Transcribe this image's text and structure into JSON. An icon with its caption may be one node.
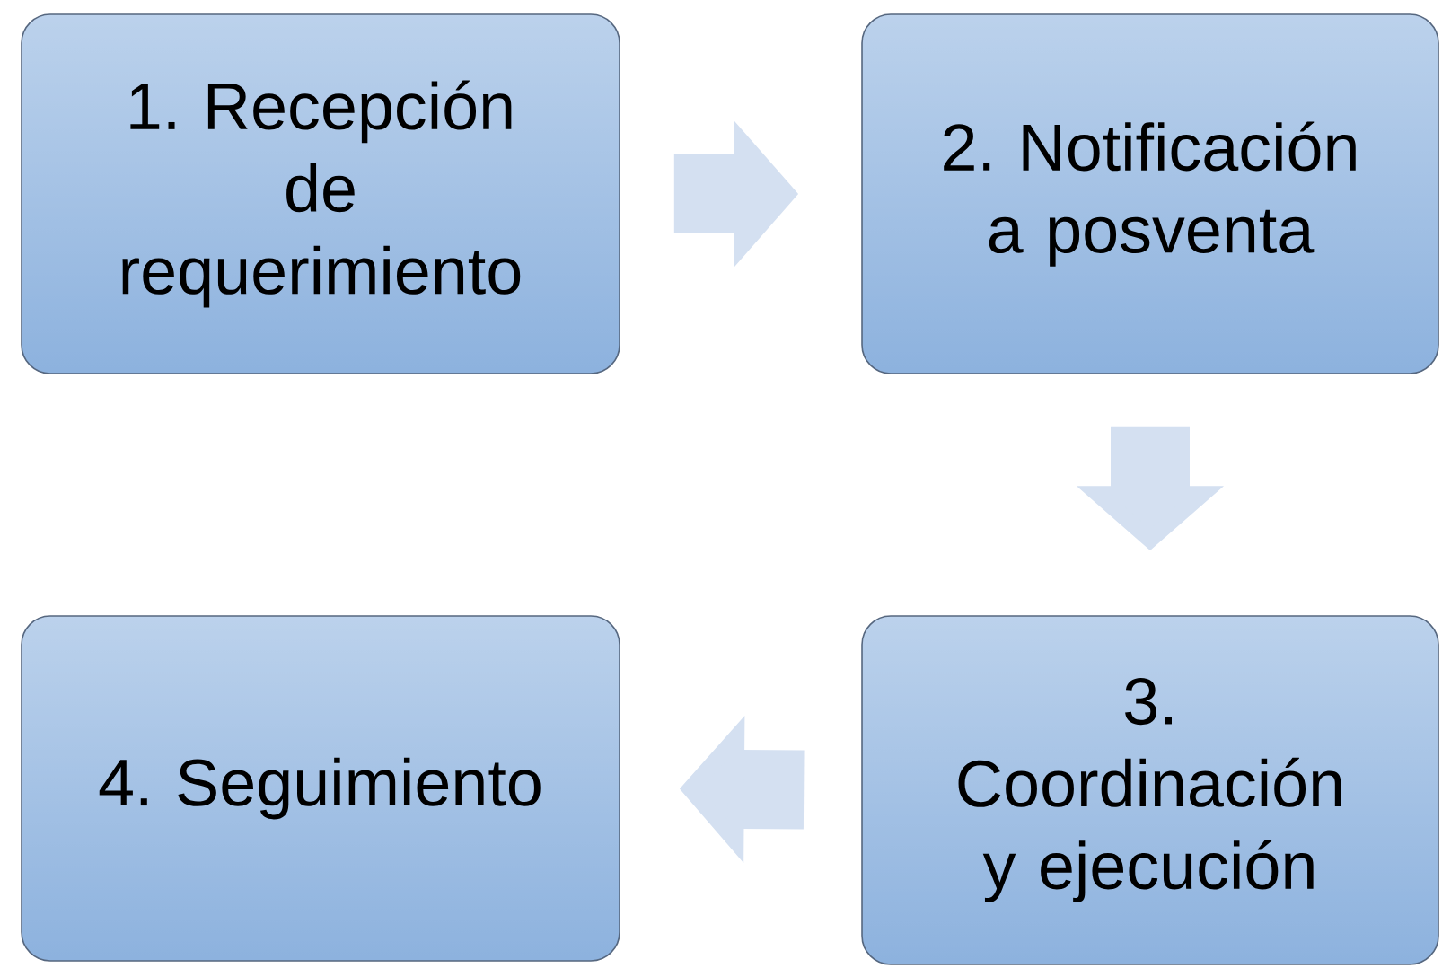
{
  "diagram": {
    "nodes": [
      {
        "text": [
          "1. Recepción de requerimiento"
        ]
      },
      {
        "text": [
          "2. Notificación a posventa"
        ]
      },
      {
        "text": [
          "3. Coordinación y ejecución"
        ]
      },
      {
        "text": [
          "4. Seguimiento"
        ]
      }
    ],
    "edges": [
      {
        "from": 0,
        "to": 1,
        "arrow": "to"
      },
      {
        "from": 1,
        "to": 2,
        "arrow": "to"
      },
      {
        "from": 2,
        "to": 3,
        "arrow": "to"
      }
    ]
  }
}
